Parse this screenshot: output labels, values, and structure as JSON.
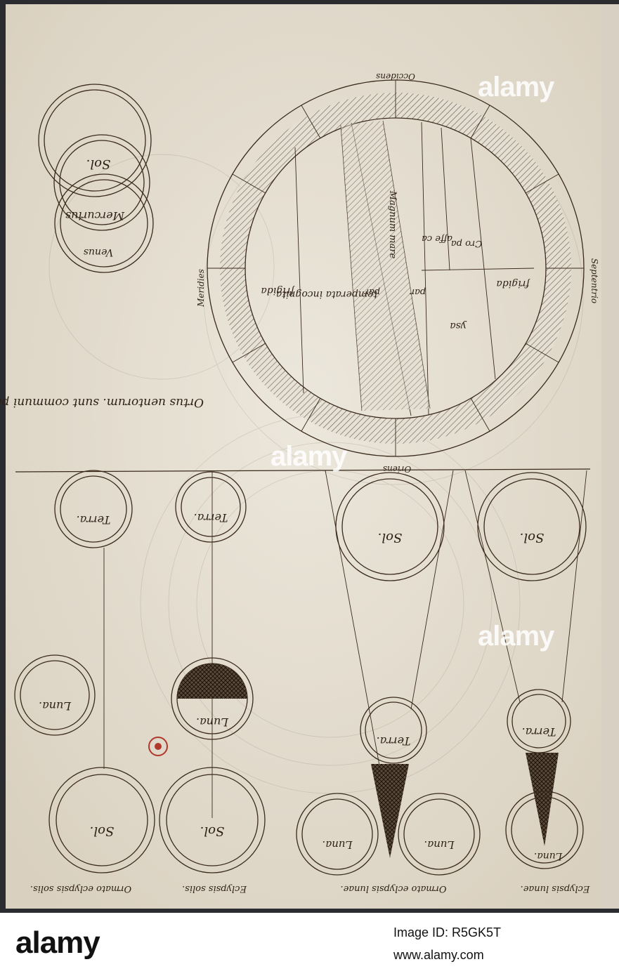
{
  "page": {
    "background": "#e9e4da",
    "ink": "#3a2a1c",
    "shade": "#6b5a4a"
  },
  "zodiac": {
    "top": "Occidens",
    "right": "Septentrio",
    "bottom": "Oriens",
    "left": "Meridies",
    "zone_labels": [
      "frigida",
      "temperata incognita",
      "frigida",
      "ysa",
      "par",
      "par",
      "affe ca",
      "Cro pa"
    ],
    "sea_label": "Magnum mare"
  },
  "orbits": {
    "labels": [
      "Sol.",
      "Mercurius",
      "Venus"
    ]
  },
  "caption_left": "Ortus uentorum. sunt communi phylosophorum.",
  "eclipse_columns": [
    {
      "top": "Terra.",
      "middle": "Luna.",
      "bottom": "Sol.",
      "caption": "Ormato eclypsis solis."
    },
    {
      "top": "Terra.",
      "middle": "Luna.",
      "bottom": "Sol.",
      "caption": "Eclypsis solis."
    },
    {
      "top": "Sol.",
      "middle": "Terra.",
      "bottom_left": "Luna.",
      "bottom_right": "Luna.",
      "caption": "Ormato eclypsis lunae."
    },
    {
      "top": "Sol.",
      "middle": "Terra.",
      "bottom": "Luna.",
      "caption": "Eclypsis lunae."
    }
  ],
  "watermark": {
    "logo": "alamy",
    "image_id": "Image ID: R5GK5T",
    "url": "www.alamy.com",
    "overlay": "alamy"
  }
}
